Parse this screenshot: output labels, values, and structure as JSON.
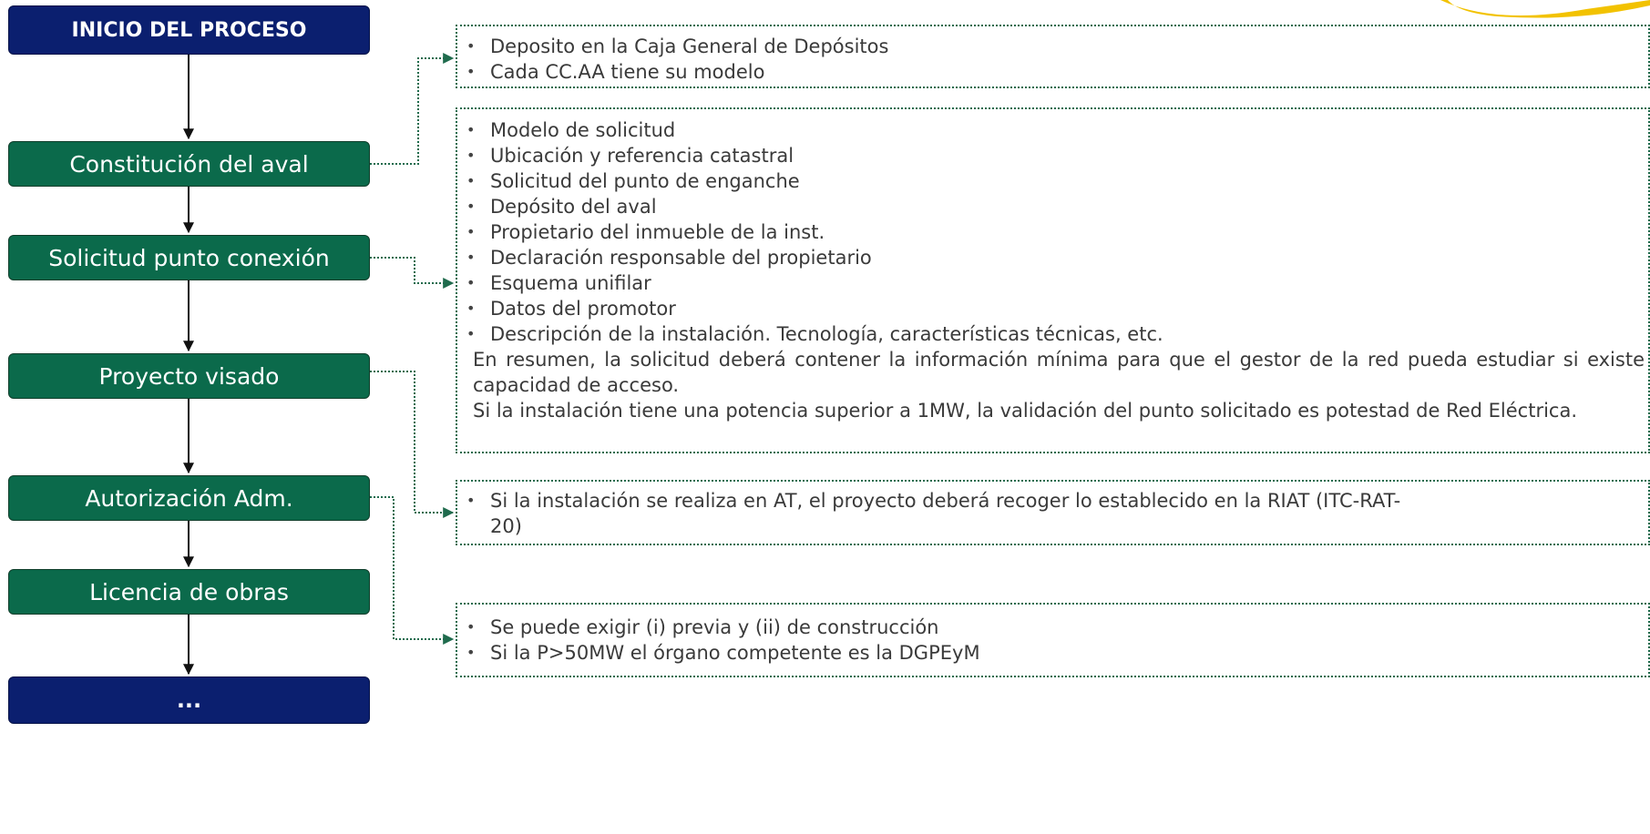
{
  "flow": {
    "start": "INICIO DEL PROCESO",
    "steps": [
      "Constitución del aval",
      "Solicitud punto conexión",
      "Proyecto visado",
      "Autorización Adm.",
      "Licencia de obras"
    ],
    "end": "..."
  },
  "boxes": {
    "aval": {
      "bullets": [
        "Deposito en la Caja General de Depósitos",
        "Cada CC.AA tiene su modelo"
      ]
    },
    "solicitud": {
      "bullets": [
        "Modelo de solicitud",
        "Ubicación y referencia catastral",
        "Solicitud del punto de enganche",
        "Depósito del aval",
        "Propietario del inmueble de la inst.",
        "Declaración responsable del propietario",
        "Esquema unifilar",
        "Datos del promotor",
        "Descripción de la instalación. Tecnología, características técnicas, etc."
      ],
      "paragraphs": [
        "En resumen, la solicitud deberá contener la información mínima para que el gestor de la red pueda estudiar si existe capacidad de acceso.",
        "Si la instalación tiene una potencia superior a 1MW, la validación del punto solicitado es potestad de Red Eléctrica."
      ]
    },
    "proyecto": {
      "bullets": [
        "Si la instalación se realiza en AT, el proyecto deberá recoger lo establecido en la RIAT (ITC-RAT-20)"
      ]
    },
    "autorizacion": {
      "bullets": [
        "Se puede exigir (i) previa y (ii) de construcción",
        "Si la P>50MW el órgano competente es la DGPEyM"
      ]
    }
  },
  "colors": {
    "navy": "#0b1f6f",
    "green": "#0b6a4b",
    "connector": "#1f6b4d",
    "logo_arc": "#f2c200"
  }
}
